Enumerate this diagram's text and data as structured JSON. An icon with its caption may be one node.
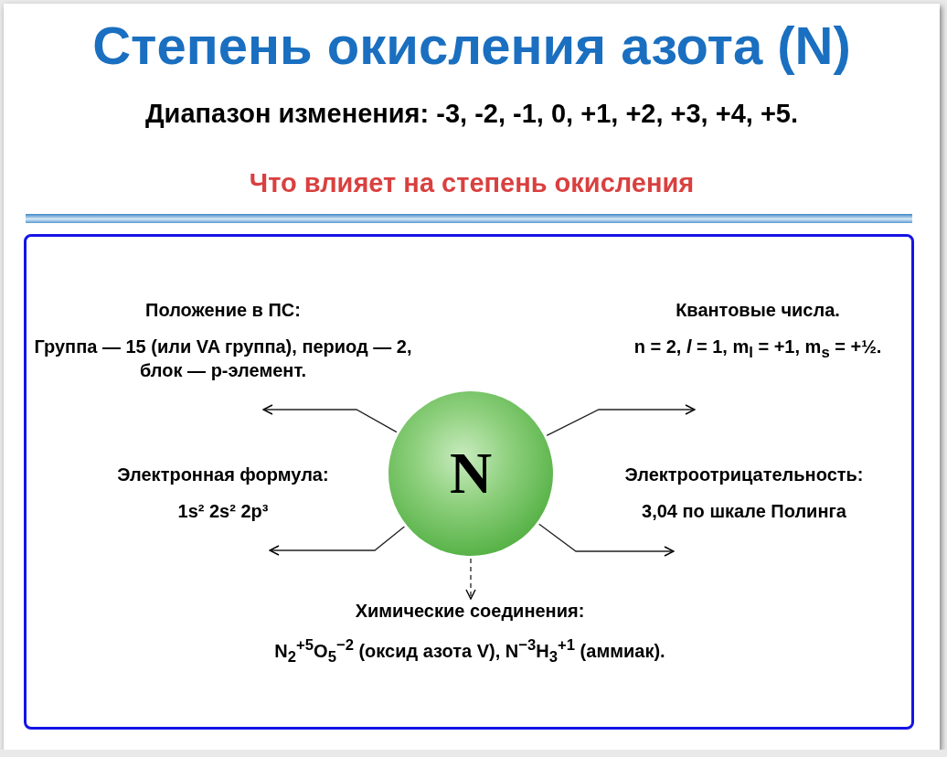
{
  "diagram": {
    "title": "Степень окисления азота (N)",
    "nodes": [
      {
        "text": [
          "Положение в ПС:",
          "Группа — 15 (или VA группа), период — 2, блок — p-элемент."
        ]
      },
      {
        "text": [
          "Квантовые числа.",
          "n = 2, *l* = 1, m$_{l}$ = +1, m$_{s}$ = +½."
        ]
      },
      {
        "text": [
          "N"
        ]
      },
      {
        "text": [
          "Электронная формула:",
          "1s² 2s² 2p³"
        ]
      },
      {
        "text": [
          "Электроотрицательность:",
          "3,04 по шкале Полинга"
        ]
      },
      {
        "text": [
          "Химические соединения:",
          "N$_{2}$$^{+5}$O$_{5}$$^{−2}$ (оксид азота V), N$^{−3}$H$_{3}$$^{+1}$ (аммиак)."
        ]
      }
    ],
    "edges": [
      {
        "from": 2,
        "to": 0,
        "arrow": "to"
      },
      {
        "from": 2,
        "to": 1,
        "arrow": "to"
      },
      {
        "from": 2,
        "to": 3,
        "arrow": "to"
      },
      {
        "from": 2,
        "to": 4,
        "arrow": "to"
      },
      {
        "from": 2,
        "to": 5,
        "arrow": "to",
        "style": "dashed"
      }
    ],
    "labels": [
      "Диапазон изменения: -3, -2, -1, 0, +1, +2, +3, +4, +5.",
      "Что влияет на степень окисления"
    ]
  }
}
